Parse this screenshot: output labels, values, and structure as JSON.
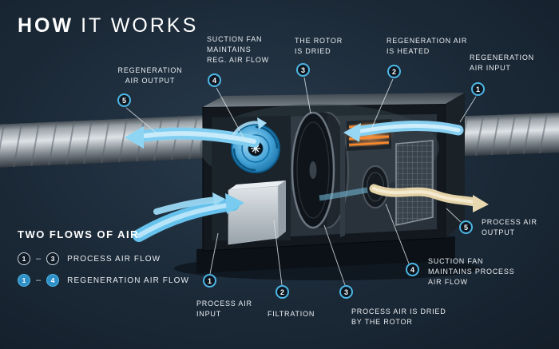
{
  "colors": {
    "background": "#1b2937",
    "accent_cyan": "#4db7e5",
    "text": "#e9eef2",
    "heater_orange": "#ff8a2a",
    "process_output_tan": "#e8d8b0",
    "airflow_blue": "#7fcdf0"
  },
  "title": {
    "word1": "HOW",
    "word2": "IT WORKS"
  },
  "callouts": {
    "top": [
      {
        "num": "5",
        "label": "REGENERATION\nAIR OUTPUT"
      },
      {
        "num": "4",
        "label": "SUCTION FAN\nMAINTAINS\nREG. AIR FLOW"
      },
      {
        "num": "3",
        "label": "THE ROTOR\nIS DRIED"
      },
      {
        "num": "2",
        "label": "REGENERATION AIR\nIS HEATED"
      },
      {
        "num": "1",
        "label": "REGENERATION\nAIR INPUT"
      }
    ],
    "bottom": [
      {
        "num": "1",
        "label": "PROCESS AIR\nINPUT"
      },
      {
        "num": "2",
        "label": "FILTRATION"
      },
      {
        "num": "3",
        "label": "PROCESS AIR IS DRIED\nBY THE ROTOR"
      },
      {
        "num": "4",
        "label": "SUCTION FAN\nMAINTAINS PROCESS\nAIR FLOW"
      },
      {
        "num": "5",
        "label": "PROCESS AIR\nOUTPUT"
      }
    ]
  },
  "legend": {
    "title": "TWO FLOWS OF AIR",
    "rows": [
      {
        "from": "1",
        "separator": "–",
        "to": "3",
        "label": "PROCESS AIR FLOW",
        "type": "process"
      },
      {
        "from": "1",
        "separator": "–",
        "to": "4",
        "label": "REGENERATION AIR FLOW",
        "type": "regeneration"
      }
    ]
  }
}
